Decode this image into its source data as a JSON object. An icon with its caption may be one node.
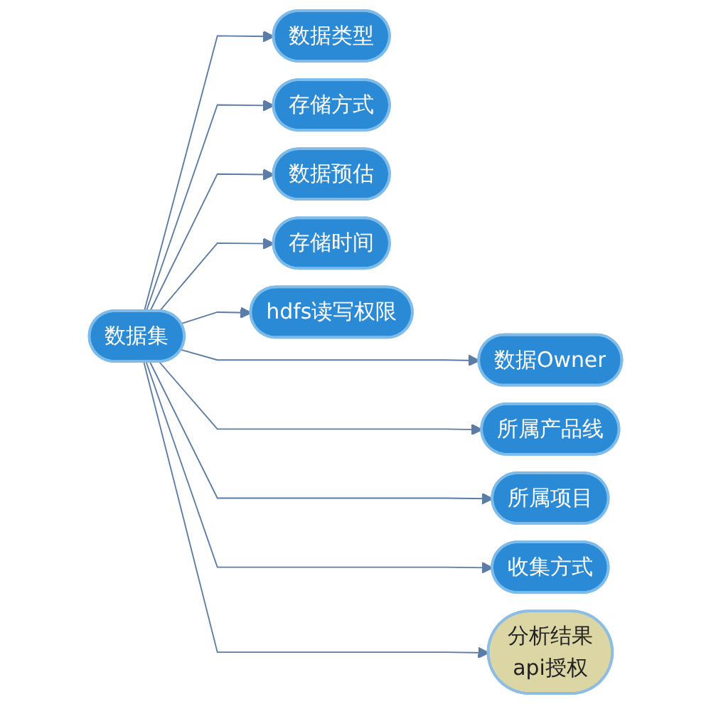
{
  "diagram": {
    "nodes": [
      {
        "text": [
          "数据类型"
        ]
      },
      {
        "text": [
          "数据Owner"
        ]
      },
      {
        "text": [
          "存储方式"
        ]
      },
      {
        "text": [
          "所属产品线"
        ]
      },
      {
        "text": [
          "数据集"
        ]
      },
      {
        "text": [
          "数据预估"
        ]
      },
      {
        "text": [
          "所属项目"
        ]
      },
      {
        "text": [
          "存储时间"
        ]
      },
      {
        "text": [
          "收集方式"
        ]
      },
      {
        "text": [
          "hdfs读写权限"
        ]
      },
      {
        "text": [
          "分析结果",
          "api授权"
        ]
      }
    ],
    "edges": [
      {
        "from": 4,
        "to": 0,
        "arrow": "to"
      },
      {
        "from": 4,
        "to": 2,
        "arrow": "to"
      },
      {
        "from": 4,
        "to": 5,
        "arrow": "to"
      },
      {
        "from": 4,
        "to": 7,
        "arrow": "to"
      },
      {
        "from": 4,
        "to": 1,
        "arrow": "to"
      },
      {
        "from": 4,
        "to": 3,
        "arrow": "to"
      },
      {
        "from": 4,
        "to": 6,
        "arrow": "to"
      },
      {
        "from": 4,
        "to": 8,
        "arrow": "to"
      },
      {
        "from": 4,
        "to": 9,
        "arrow": "to"
      },
      {
        "from": 4,
        "to": 10,
        "arrow": "to"
      }
    ]
  }
}
